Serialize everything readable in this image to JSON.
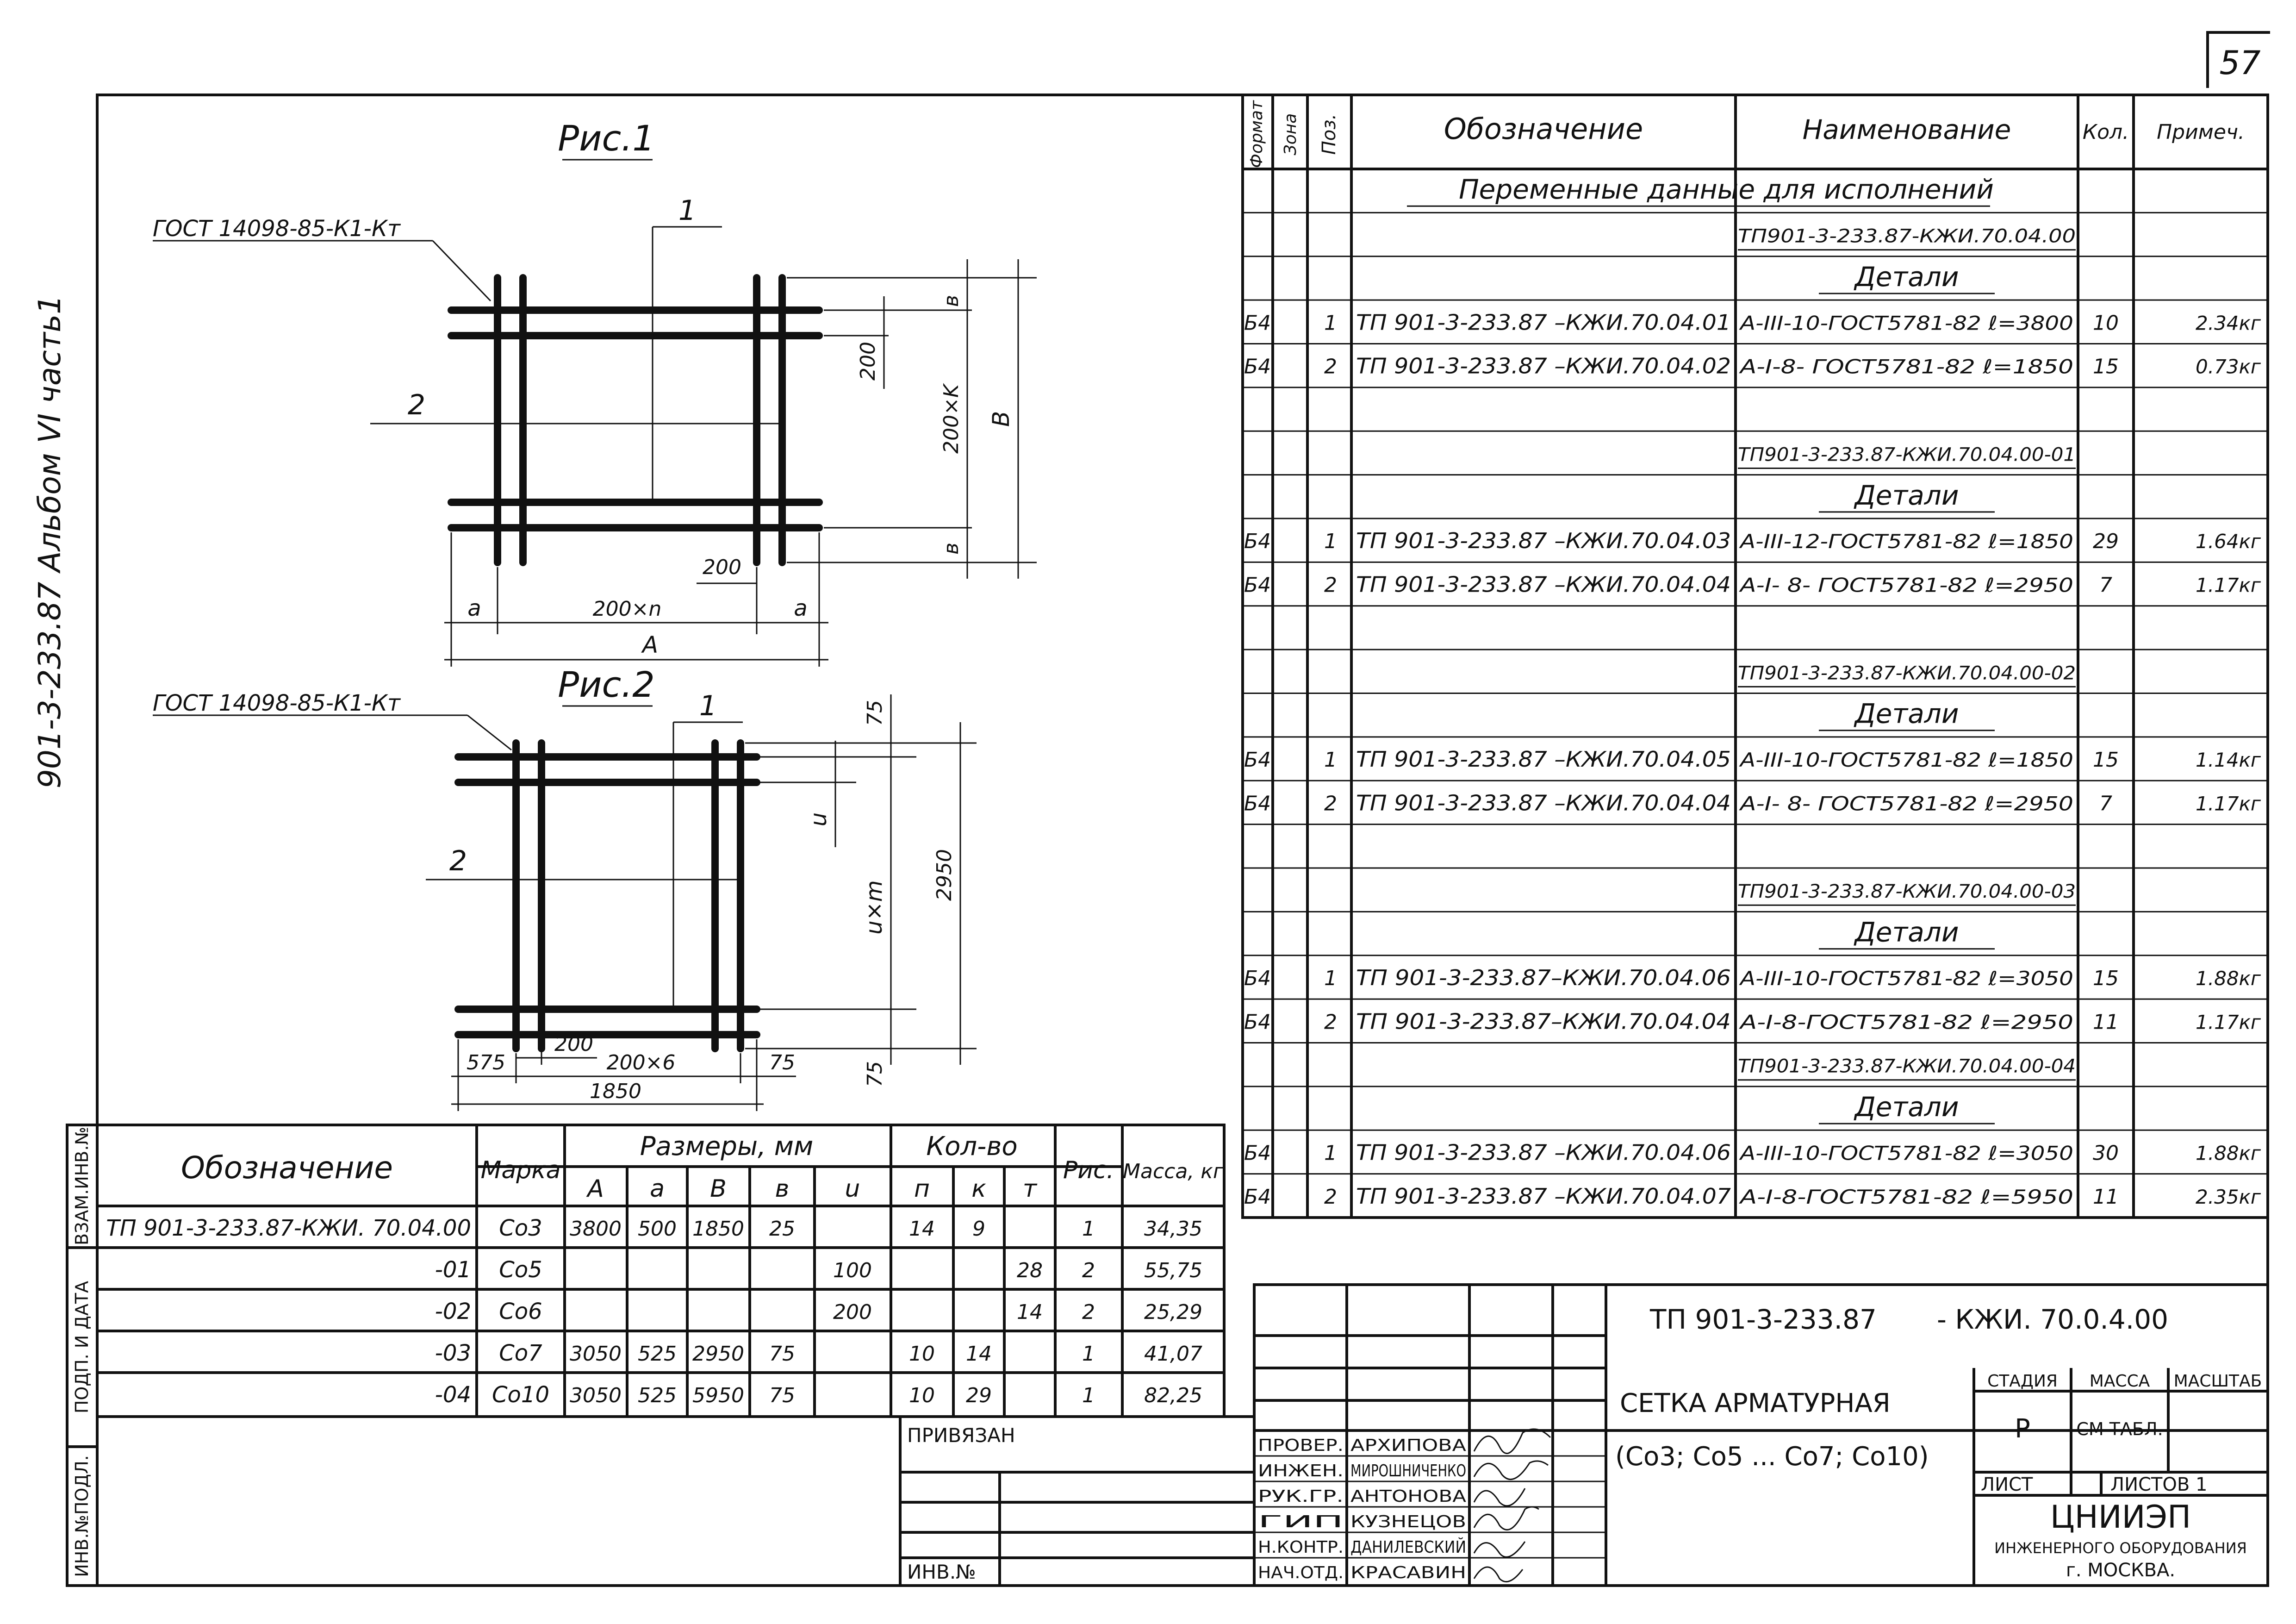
{
  "page_number": "57",
  "side_title": "901-3-233.87 Альбом VI часть1",
  "fig1": {
    "title": "Рис.1",
    "gost": "ГОСТ 14098-85-К1-Кт",
    "pos1": "1",
    "pos2": "2",
    "dim_v": "в",
    "dim_200": "200",
    "dim_200k": "200×K",
    "dim_B": "B",
    "dim_a": "a",
    "dim_200n": "200×n",
    "dim_A": "A"
  },
  "fig2": {
    "title": "Рис.2",
    "gost": "ГОСТ 14098-85-К1-Кт",
    "pos1": "1",
    "pos2": "2",
    "dim_75": "75",
    "dim_u": "u",
    "dim_um": "u×m",
    "dim_2950": "2950",
    "dim_575": "575",
    "dim_200": "200",
    "dim_200x6": "200×6",
    "dim_1850": "1850"
  },
  "spec": {
    "headers": {
      "format": "Формат",
      "zone": "Зона",
      "pos": "Поз.",
      "designation": "Обозначение",
      "name": "Наименование",
      "qty": "Кол.",
      "note": "Примеч."
    },
    "rows": [
      {
        "f": "",
        "z": "",
        "p": "",
        "d": "Переменные данные для исполнений",
        "n": "",
        "q": "",
        "m": "",
        "span": true
      },
      {
        "f": "",
        "z": "",
        "p": "",
        "d": "",
        "n": "ТП901-3-233.87-КЖИ.70.04.00",
        "q": "",
        "m": ""
      },
      {
        "f": "",
        "z": "",
        "p": "",
        "d": "",
        "n": "Детали",
        "q": "",
        "m": "",
        "hdr": true
      },
      {
        "f": "Б4",
        "z": "",
        "p": "1",
        "d": "ТП 901-3-233.87 –КЖИ.70.04.01",
        "n": "А-III-10-ГОСТ5781-82 ℓ=3800",
        "q": "10",
        "m": "2.34кг"
      },
      {
        "f": "Б4",
        "z": "",
        "p": "2",
        "d": "ТП 901-3-233.87 –КЖИ.70.04.02",
        "n": "А-I-8- ГОСТ5781-82 ℓ=1850",
        "q": "15",
        "m": "0.73кг"
      },
      {
        "f": "",
        "z": "",
        "p": "",
        "d": "",
        "n": "",
        "q": "",
        "m": ""
      },
      {
        "f": "",
        "z": "",
        "p": "",
        "d": "",
        "n": "ТП901-3-233.87-КЖИ.70.04.00-01",
        "q": "",
        "m": ""
      },
      {
        "f": "",
        "z": "",
        "p": "",
        "d": "",
        "n": "Детали",
        "q": "",
        "m": "",
        "hdr": true
      },
      {
        "f": "Б4",
        "z": "",
        "p": "1",
        "d": "ТП 901-3-233.87 –КЖИ.70.04.03",
        "n": "А-III-12-ГОСТ5781-82 ℓ=1850",
        "q": "29",
        "m": "1.64кг"
      },
      {
        "f": "Б4",
        "z": "",
        "p": "2",
        "d": "ТП 901-3-233.87 –КЖИ.70.04.04",
        "n": "А-I- 8- ГОСТ5781-82 ℓ=2950",
        "q": "7",
        "m": "1.17кг"
      },
      {
        "f": "",
        "z": "",
        "p": "",
        "d": "",
        "n": "",
        "q": "",
        "m": ""
      },
      {
        "f": "",
        "z": "",
        "p": "",
        "d": "",
        "n": "ТП901-3-233.87-КЖИ.70.04.00-02",
        "q": "",
        "m": ""
      },
      {
        "f": "",
        "z": "",
        "p": "",
        "d": "",
        "n": "Детали",
        "q": "",
        "m": "",
        "hdr": true
      },
      {
        "f": "Б4",
        "z": "",
        "p": "1",
        "d": "ТП 901-3-233.87 –КЖИ.70.04.05",
        "n": "А-III-10-ГОСТ5781-82 ℓ=1850",
        "q": "15",
        "m": "1.14кг"
      },
      {
        "f": "Б4",
        "z": "",
        "p": "2",
        "d": "ТП 901-3-233.87 –КЖИ.70.04.04",
        "n": "А-I- 8- ГОСТ5781-82 ℓ=2950",
        "q": "7",
        "m": "1.17кг"
      },
      {
        "f": "",
        "z": "",
        "p": "",
        "d": "",
        "n": "",
        "q": "",
        "m": ""
      },
      {
        "f": "",
        "z": "",
        "p": "",
        "d": "",
        "n": "ТП901-3-233.87-КЖИ.70.04.00-03",
        "q": "",
        "m": ""
      },
      {
        "f": "",
        "z": "",
        "p": "",
        "d": "",
        "n": "Детали",
        "q": "",
        "m": "",
        "hdr": true
      },
      {
        "f": "Б4",
        "z": "",
        "p": "1",
        "d": "ТП 901-3-233.87–КЖИ.70.04.06",
        "n": "А-III-10-ГОСТ5781-82 ℓ=3050",
        "q": "15",
        "m": "1.88кг"
      },
      {
        "f": "Б4",
        "z": "",
        "p": "2",
        "d": "ТП 901-3-233.87–КЖИ.70.04.04",
        "n": "А-I-8-ГОСТ5781-82 ℓ=2950",
        "q": "11",
        "m": "1.17кг"
      },
      {
        "f": "",
        "z": "",
        "p": "",
        "d": "",
        "n": "ТП901-3-233.87-КЖИ.70.04.00-04",
        "q": "",
        "m": ""
      },
      {
        "f": "",
        "z": "",
        "p": "",
        "d": "",
        "n": "Детали",
        "q": "",
        "m": "",
        "hdr": true
      },
      {
        "f": "Б4",
        "z": "",
        "p": "1",
        "d": "ТП 901-3-233.87 –КЖИ.70.04.06",
        "n": "А-III-10-ГОСТ5781-82 ℓ=3050",
        "q": "30",
        "m": "1.88кг"
      },
      {
        "f": "Б4",
        "z": "",
        "p": "2",
        "d": "ТП 901-3-233.87 –КЖИ.70.04.07",
        "n": "А-I-8-ГОСТ5781-82 ℓ=5950",
        "q": "11",
        "m": "2.35кг"
      }
    ]
  },
  "bottom_table": {
    "headers": {
      "designation": "Обозначение",
      "mark": "Марка",
      "sizes": "Размеры, мм",
      "A": "А",
      "a": "а",
      "B": "В",
      "v": "в",
      "u": "u",
      "qty": "Кол-во",
      "n": "п",
      "k": "к",
      "m": "т",
      "fig": "Рис.",
      "mass": "Масса, кг"
    },
    "rows": [
      {
        "d": "ТП 901-3-233.87-КЖИ. 70.04.00",
        "mk": "Со3",
        "A": "3800",
        "a": "500",
        "B": "1850",
        "v": "25",
        "u": "",
        "n": "14",
        "k": "9",
        "m": "",
        "fig": "1",
        "mass": "34,35"
      },
      {
        "d": "-01",
        "mk": "Со5",
        "A": "",
        "a": "",
        "B": "",
        "v": "",
        "u": "100",
        "n": "",
        "k": "",
        "m": "28",
        "fig": "2",
        "mass": "55,75"
      },
      {
        "d": "-02",
        "mk": "Со6",
        "A": "",
        "a": "",
        "B": "",
        "v": "",
        "u": "200",
        "n": "",
        "k": "",
        "m": "14",
        "fig": "2",
        "mass": "25,29"
      },
      {
        "d": "-03",
        "mk": "Со7",
        "A": "3050",
        "a": "525",
        "B": "2950",
        "v": "75",
        "u": "",
        "n": "10",
        "k": "14",
        "m": "",
        "fig": "1",
        "mass": "41,07"
      },
      {
        "d": "-04",
        "mk": "Со10",
        "A": "3050",
        "a": "525",
        "B": "5950",
        "v": "75",
        "u": "",
        "n": "10",
        "k": "29",
        "m": "",
        "fig": "1",
        "mass": "82,25"
      }
    ]
  },
  "left_stamp": {
    "vzam": "ВЗАМ.ИНВ.№",
    "podp": "ПОДП. И ДАТА",
    "inv": "ИНВ.№ПОДЛ."
  },
  "title_block": {
    "privyazan": "ПРИВЯЗАН",
    "inv_no": "ИНВ.№",
    "roles": [
      {
        "role": "ПРОВЕР.",
        "name": "АРХИПОВА"
      },
      {
        "role": "ИНЖЕН.",
        "name": "МИРОШНИЧЕНКО"
      },
      {
        "role": "РУК.ГР.",
        "name": "АНТОНОВА"
      },
      {
        "role": "ГИП",
        "name": "КУЗНЕЦОВ"
      },
      {
        "role": "Н.КОНТР.",
        "name": "ДАНИЛЕВСКИЙ"
      },
      {
        "role": "НАЧ.ОТД.",
        "name": "КРАСАВИН"
      }
    ],
    "doc_code_left": "ТП 901-3-233.87",
    "doc_code_right": "- КЖИ. 70.0.4.00",
    "name_line1": "СЕТКА АРМАТУРНАЯ",
    "name_line2": "(Со3; Со5 ... Со7; Со10)",
    "stage_h": "СТАДИЯ",
    "mass_h": "МАССА",
    "scale_h": "МАСШТАБ",
    "stage": "Р",
    "mass": "СМ ТАБЛ.",
    "scale": "—",
    "sheet": "ЛИСТ",
    "sheets": "ЛИСТОВ 1",
    "org1": "ЦНИИЭП",
    "org2": "ИНЖЕНЕРНОГО ОБОРУДОВАНИЯ",
    "org3": "г. МОСКВА."
  }
}
